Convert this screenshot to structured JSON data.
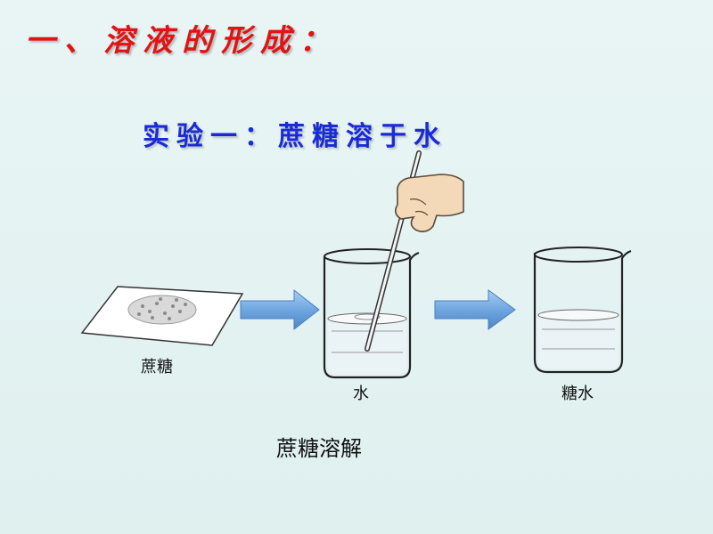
{
  "slide": {
    "heading": "一、溶液的形成：",
    "subheading": "实验一：蔗糖溶于水",
    "labels": {
      "sugar": "蔗糖",
      "water": "水",
      "sugar_water": "糖水"
    },
    "caption": "蔗糖溶解"
  },
  "colors": {
    "heading": "#e01414",
    "subheading": "#1a2bd6",
    "arrow": "#6fa6e0",
    "background": "#e3f2f1"
  }
}
